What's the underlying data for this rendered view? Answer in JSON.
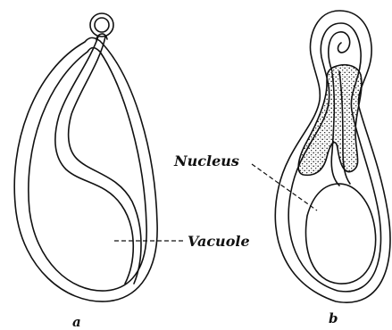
{
  "labels": {
    "nucleus": "Nucleus",
    "vacuole": "Vacuole",
    "panel_a": "a",
    "panel_b": "b"
  },
  "colors": {
    "ink": "#111111",
    "background": "#ffffff"
  }
}
